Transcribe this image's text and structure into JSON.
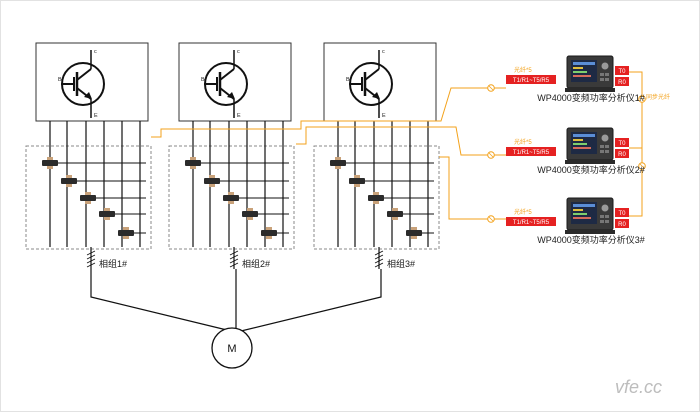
{
  "igbt": {
    "collector_letter": "c",
    "emitter_letter": "E",
    "gate_letter": "B"
  },
  "phase_groups": [
    {
      "label": "相组1#"
    },
    {
      "label": "相组2#"
    },
    {
      "label": "相组3#"
    }
  ],
  "analyzers": [
    {
      "label": "WP4000变频功率分析仪1#",
      "fiber_label": "光纤*5",
      "channel_label": "T1/R1~T5/R5",
      "t_port": "T0",
      "r_port": "R0"
    },
    {
      "label": "WP4000变频功率分析仪2#",
      "fiber_label": "光纤*5",
      "channel_label": "T1/R1~T5/R5",
      "t_port": "T0",
      "r_port": "R0"
    },
    {
      "label": "WP4000变频功率分析仪3#",
      "fiber_label": "光纤*5",
      "channel_label": "T1/R1~T5/R5",
      "t_port": "T0",
      "r_port": "R0"
    }
  ],
  "sync_fiber_label": "同步光纤",
  "motor_label": "M",
  "watermark": "vfe.cc",
  "colors": {
    "fiber": "#f3a21b",
    "channel_box": "#e52121",
    "line": "#111111",
    "dashed": "#8a8a8a"
  }
}
